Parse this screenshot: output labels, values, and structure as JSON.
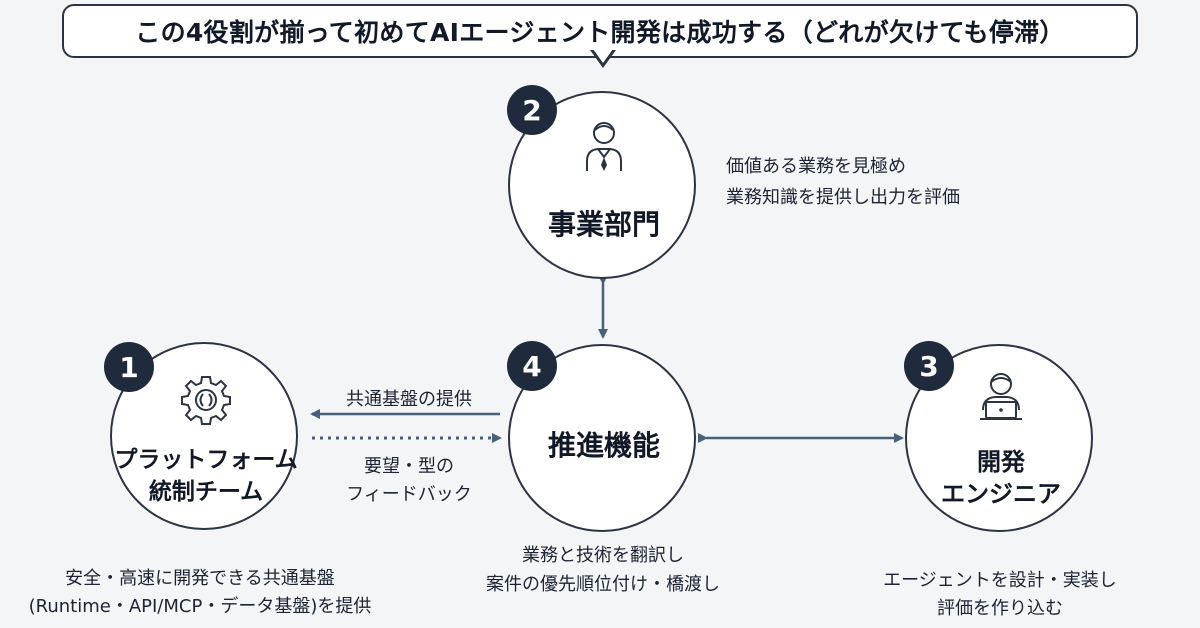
{
  "header": {
    "title": "この4役割が揃って初めてAIエージェント開発は成功する（どれが欠けても停滞）"
  },
  "nodes": {
    "business": {
      "number": "2",
      "title": "事業部門",
      "icon": "business-person-icon",
      "description": [
        "価値ある業務を見極め",
        "業務知識を提供し出力を評価"
      ]
    },
    "platform": {
      "number": "1",
      "title": [
        "プラットフォーム",
        "統制チーム"
      ],
      "icon": "gear-icon",
      "description": [
        "安全・高速に開発できる共通基盤",
        "(Runtime・API/MCP・データ基盤)を提供"
      ]
    },
    "promotion": {
      "number": "4",
      "title": "推進機能",
      "description": [
        "業務と技術を翻訳し",
        "案件の優先順位付け・橋渡し"
      ]
    },
    "engineer": {
      "number": "3",
      "title": [
        "開発",
        "エンジニア"
      ],
      "icon": "developer-laptop-icon",
      "description": [
        "エージェントを設計・実装し",
        "評価を作り込む"
      ]
    }
  },
  "links": {
    "shared_platform_label": "共通基盤の提供",
    "feedback_label": [
      "要望・型の",
      "フィードバック"
    ]
  },
  "colors": {
    "background": "#f4f5f7",
    "dark_navy": "#1f2a3c",
    "outline": "#2b3442",
    "link_blue": "#4a5f7a"
  }
}
